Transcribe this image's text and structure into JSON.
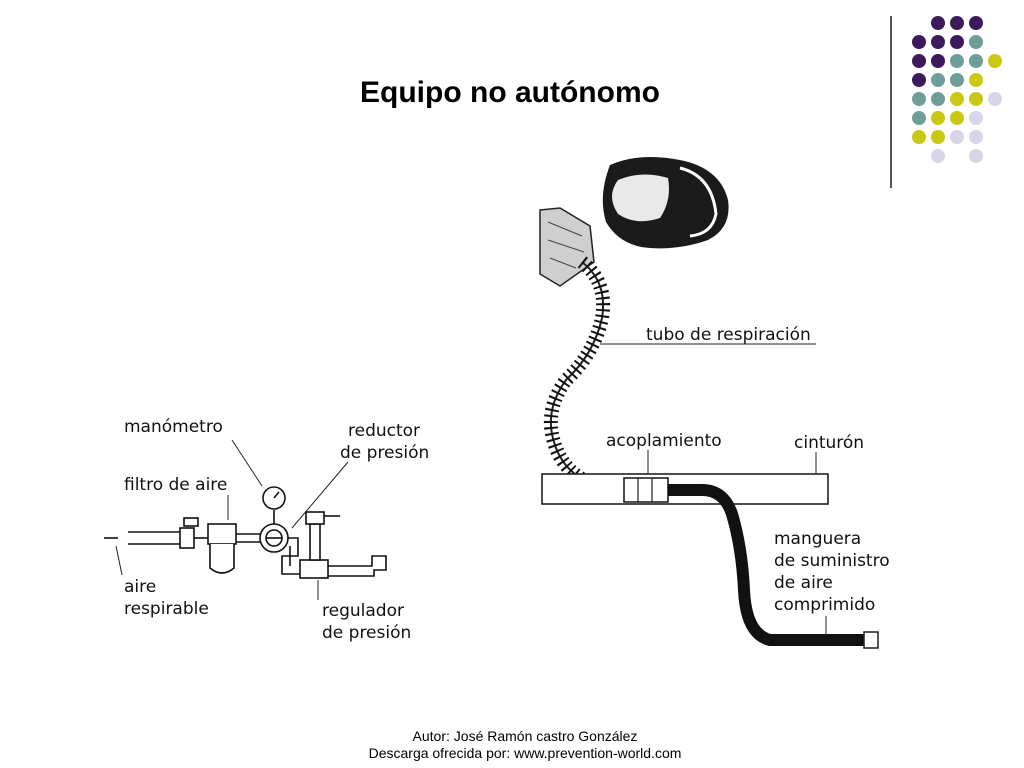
{
  "slide": {
    "title": "Equipo no autónomo",
    "footer_author": "Autor: José Ramón castro González",
    "footer_download": "Descarga ofrecida por: www.prevention-world.com"
  },
  "diagram": {
    "labels": {
      "manometro": "manómetro",
      "reductor_1": "reductor",
      "reductor_2": "de presión",
      "filtro": "filtro de aire",
      "aire_1": "aire",
      "aire_2": "respirable",
      "regulador_1": "regulador",
      "regulador_2": "de presión",
      "tubo": "tubo de respiración",
      "acoplamiento": "acoplamiento",
      "cinturon": "cinturón",
      "manguera_1": "manguera",
      "manguera_2": "de suministro",
      "manguera_3": "de aire",
      "manguera_4": "comprimido"
    }
  },
  "theme": {
    "purple": "#3d1a5c",
    "teal": "#6f9e9a",
    "yellow": "#c9c814",
    "lavender": "#d6d6e8"
  }
}
